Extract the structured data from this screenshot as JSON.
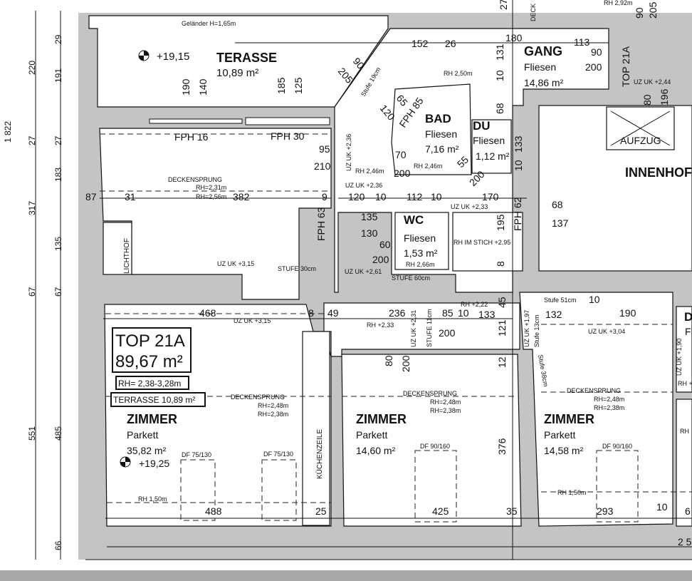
{
  "colors": {
    "wall": "#c4c4c4",
    "line": "#111111",
    "floor": "#ffffff",
    "footer_bar": "#a8a8a8"
  },
  "summary": {
    "unit": "TOP 21A",
    "area": "89,67 m²",
    "room_height": "RH= 2,38-3,28m",
    "terrace": "TERRASSE 10,89 m²"
  },
  "terrace": {
    "railing": "Geländer H=1,65m",
    "level": "+19,15",
    "name": "TERASSE",
    "area": "10,89 m²",
    "d190": "190",
    "d140": "140",
    "d185": "185",
    "d125": "125",
    "fph16": "FPH 16",
    "fph30": "FPH 30"
  },
  "living": {
    "deckensprung": "DECKENSPRUNG",
    "rh1": "RH=2,31m",
    "rh2": "RH=2,56m",
    "d382": "382",
    "d87": "87",
    "d31": "31",
    "d9": "9",
    "d95": "95",
    "d210": "210",
    "lichthof": "LICHTHOF",
    "uzuk": "UZ UK +3,15",
    "stufe": "STUFE 30cm",
    "fph63": "FPH 63"
  },
  "hall": {
    "d152": "152",
    "d26": "26",
    "d131": "131",
    "d180": "180",
    "rh": "RH 2,50m",
    "d10": "10",
    "d68": "68",
    "d90": "90",
    "d205": "205",
    "stufe19": "Stufe 19cm",
    "uzuk236a": "UZ UK +2,36",
    "uzuk236b": "UZ UK +2,36",
    "rh246a": "RH 2,46m",
    "rh246b": "RH 2,46m",
    "d70": "70",
    "d200": "200",
    "d120": "120",
    "d10b": "10",
    "d135": "135",
    "d130": "130",
    "d60": "60",
    "d200b": "200",
    "uzuk261": "UZ UK +2,61",
    "stufe60": "STUFE 60cm",
    "d65": "65",
    "d120b": "120"
  },
  "bad": {
    "name": "BAD",
    "floor": "Fliesen",
    "area": "7,16 m²",
    "fph": "FPH 85"
  },
  "du": {
    "name": "DU",
    "floor": "Fliesen",
    "area": "1,12 m²",
    "d55": "55",
    "d200": "200",
    "d133": "133",
    "d10": "10"
  },
  "wc": {
    "name": "WC",
    "floor": "Fliesen",
    "area": "1,53 m²",
    "rh": "RH 2,66m",
    "d112": "112",
    "d10": "10"
  },
  "bath2": {
    "d170": "170",
    "uzuk": "UZ UK +2,33",
    "rh": "RH IM STICH +2,95",
    "d195": "195",
    "fph": "FPH 62",
    "d68": "68",
    "d137": "137",
    "d8": "8"
  },
  "gang": {
    "name": "GANG",
    "floor": "Fliesen",
    "area": "14,86 m²",
    "d113": "113",
    "d90": "90",
    "d200": "200",
    "top": "TOP 21A",
    "uzuk": "UZ UK +2,44",
    "d80": "80",
    "d196": "196",
    "aufzug": "AUFZUG",
    "innenhof": "INNENHOF"
  },
  "top_partial": {
    "rh": "RH 2,92m",
    "d90": "90",
    "d205": "205",
    "d27": "27",
    "deck": "DECK"
  },
  "left_dims": {
    "total": "1 822",
    "d220": "220",
    "d29": "29",
    "d191": "191",
    "d27a": "27",
    "d27b": "27",
    "d183": "183",
    "d317": "317",
    "d135": "135",
    "d67a": "67",
    "d67b": "67",
    "d551": "551",
    "d485": "485",
    "d66": "66"
  },
  "mid_strip": {
    "d468": "468",
    "uzuk315": "UZ UK +3,15",
    "d8": "8",
    "d49": "49",
    "d236": "236",
    "rh233": "RH +2,33",
    "uzuk231": "UZ UK +2,31",
    "stufe11": "STUFE 11cm",
    "d85": "85",
    "d10": "10",
    "d200": "200",
    "rh222": "RH +2,22",
    "d133": "133",
    "d45": "45",
    "d121": "121",
    "uzuk197": "UZ UK +1,97",
    "stufe13": "Stufe 13cm",
    "stufe51": "Stufe 51cm",
    "d132": "132",
    "d10b": "10",
    "d190": "190",
    "uzuk304": "UZ UK +3,04",
    "stufe38": "Stufe 38cm",
    "d12": "12",
    "d80": "80",
    "d200b": "200"
  },
  "room1": {
    "name": "ZIMMER",
    "floor": "Parkett",
    "area": "35,82 m²",
    "level": "+19,25",
    "deckensprung": "DECKENSPRUNG",
    "rh1": "RH=2,48m",
    "rh2": "RH=2,38m",
    "df1": "DF 75/130",
    "df2": "DF 75/130",
    "kitchen": "KÜCHENZEILE",
    "rh150": "RH 1,50m",
    "d488": "488",
    "d25": "25"
  },
  "room2": {
    "name": "ZIMMER",
    "floor": "Parkett",
    "area": "14,60 m²",
    "deckensprung": "DECKENSPRUNG",
    "rh1": "RH=2,48m",
    "rh2": "RH=2,38m",
    "df": "DF 90/160",
    "d376": "376",
    "d425": "425",
    "d35": "35"
  },
  "room3": {
    "name": "ZIMMER",
    "floor": "Parkett",
    "area": "14,58 m²",
    "deckensprung": "DECKENSPRUNG",
    "rh1": "RH=2,48m",
    "rh2": "RH=2,38m",
    "df": "DF 90/160",
    "rh150": "RH 1,50m",
    "d293": "293",
    "d10": "10",
    "d6": "6",
    "d25": "2 5"
  },
  "right_partial": {
    "d": "D",
    "fl": "Fl",
    "uzuk": "UZ UK +1,90",
    "rh1": "RH +",
    "rh2": "RH"
  }
}
